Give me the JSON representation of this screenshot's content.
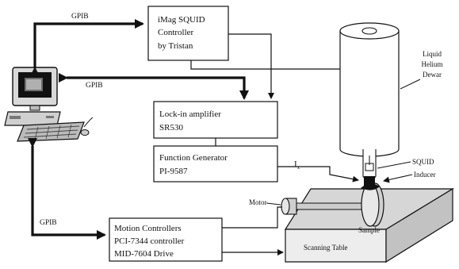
{
  "boxes": {
    "squid_controller": [
      "iMag SQUID",
      "Controller",
      "by Tristan"
    ],
    "lockin": [
      "Lock-in amplifier",
      "SR530"
    ],
    "function_generator": [
      "Function Generator",
      "PI-9587"
    ],
    "motion": [
      "Motion Controllers",
      "PCI-7344 controller",
      "MID-7604 Drive"
    ]
  },
  "labels": {
    "gpib_top": "GPIB",
    "gpib_middle": "GPIB",
    "gpib_bottom": "GPIB",
    "dewar": [
      "Liquid",
      "Helium",
      "Dewar"
    ],
    "squid": "SQUID",
    "inducer": "Inducer",
    "ix_main": "I",
    "ix_sub": "x",
    "motor": "Motor",
    "sample": "Sample",
    "scanning_table": "Scanning Table"
  }
}
